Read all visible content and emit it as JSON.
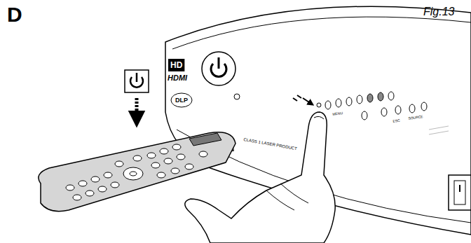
{
  "diagram": {
    "title": "D",
    "labels": [
      "Fig.13",
      "HD",
      "HDMI",
      "DLP",
      "CLASS 1 LASER PRODUCT",
      "MENU",
      "ESC",
      "SOURCE"
    ]
  }
}
